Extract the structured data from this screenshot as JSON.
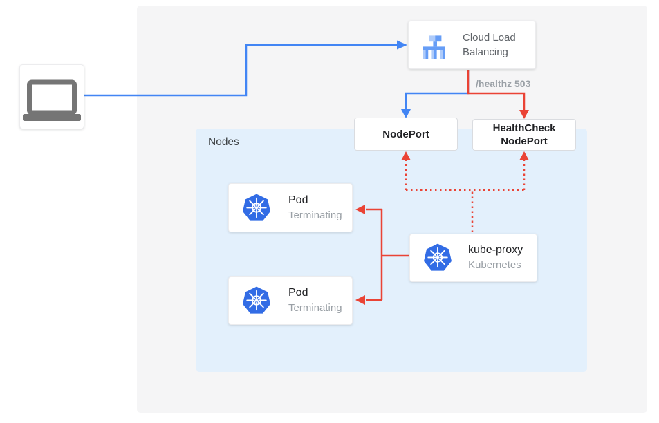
{
  "palette": {
    "blue": "#4285F4",
    "red": "#EA4335",
    "panel_gray": "#F5F5F6",
    "panel_blue": "#E3F0FC",
    "box_border": "#DADCE0",
    "text_dark": "#202124",
    "text_gray": "#5F6368",
    "text_light_gray": "#9AA0A6",
    "icon_gray": "#757575",
    "k8s_blue": "#326CE5",
    "lb_light_blue": "#AECBFA",
    "lb_medium_blue": "#669DF6"
  },
  "client": {
    "icon": "laptop-icon"
  },
  "cloud_load_balancing": {
    "label": "Cloud Load Balancing",
    "icon": "load-balancer-icon"
  },
  "health_check_annotation": "/healthz 503",
  "nodeport": {
    "label": "NodePort"
  },
  "healthcheck_nodeport": {
    "label_line1": "HealthCheck",
    "label_line2": "NodePort"
  },
  "nodes_panel": {
    "label": "Nodes"
  },
  "pods": [
    {
      "title": "Pod",
      "status": "Terminating",
      "icon": "kubernetes-icon"
    },
    {
      "title": "Pod",
      "status": "Terminating",
      "icon": "kubernetes-icon"
    }
  ],
  "kube_proxy": {
    "title": "kube-proxy",
    "subtitle": "Kubernetes",
    "icon": "kubernetes-icon"
  }
}
